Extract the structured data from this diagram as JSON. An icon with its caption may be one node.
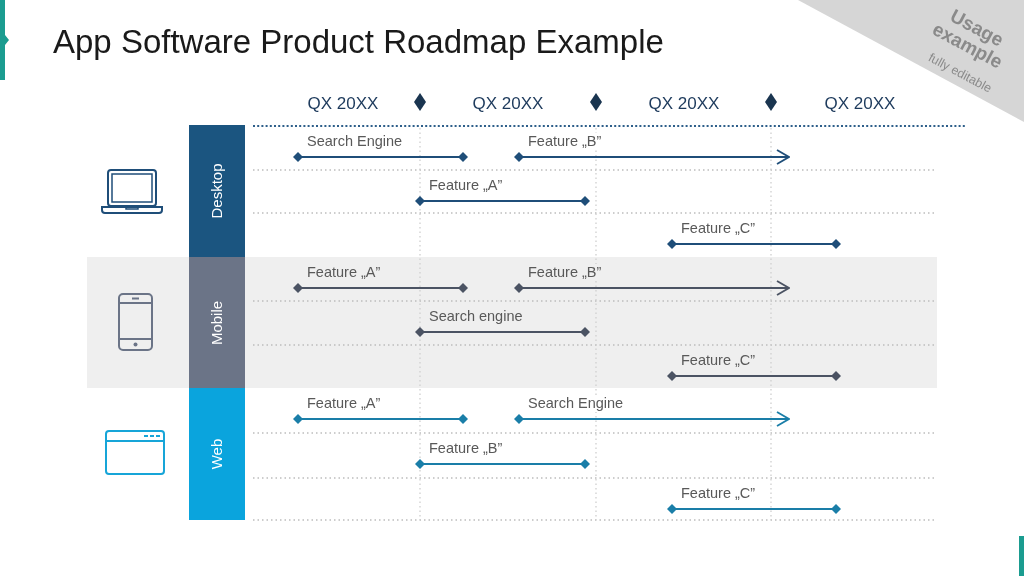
{
  "diagram": {
    "title": "App Software Product Roadmap Example",
    "nodes": [
      {
        "text": [
          "Desktop"
        ]
      },
      {
        "text": [
          "Search Engine"
        ]
      },
      {
        "text": [
          "Feature „B”"
        ]
      },
      {
        "text": [
          "Feature „A”"
        ]
      },
      {
        "text": [
          "Feature „C”"
        ]
      },
      {
        "text": [
          "Mobile"
        ]
      },
      {
        "text": [
          "Feature „A”"
        ]
      },
      {
        "text": [
          "Feature „B”"
        ]
      },
      {
        "text": [
          "Search engine"
        ]
      },
      {
        "text": [
          "Feature „C”"
        ]
      },
      {
        "text": [
          "Web"
        ]
      },
      {
        "text": [
          "Feature „A”"
        ]
      },
      {
        "text": [
          "Search Engine"
        ]
      },
      {
        "text": [
          "Feature „B”"
        ]
      },
      {
        "text": [
          "Feature „C”"
        ]
      }
    ],
    "labels": [
      "Usage example",
      "fully editable",
      "QX 20XX",
      "QX 20XX",
      "QX 20XX",
      "QX 20XX"
    ]
  }
}
